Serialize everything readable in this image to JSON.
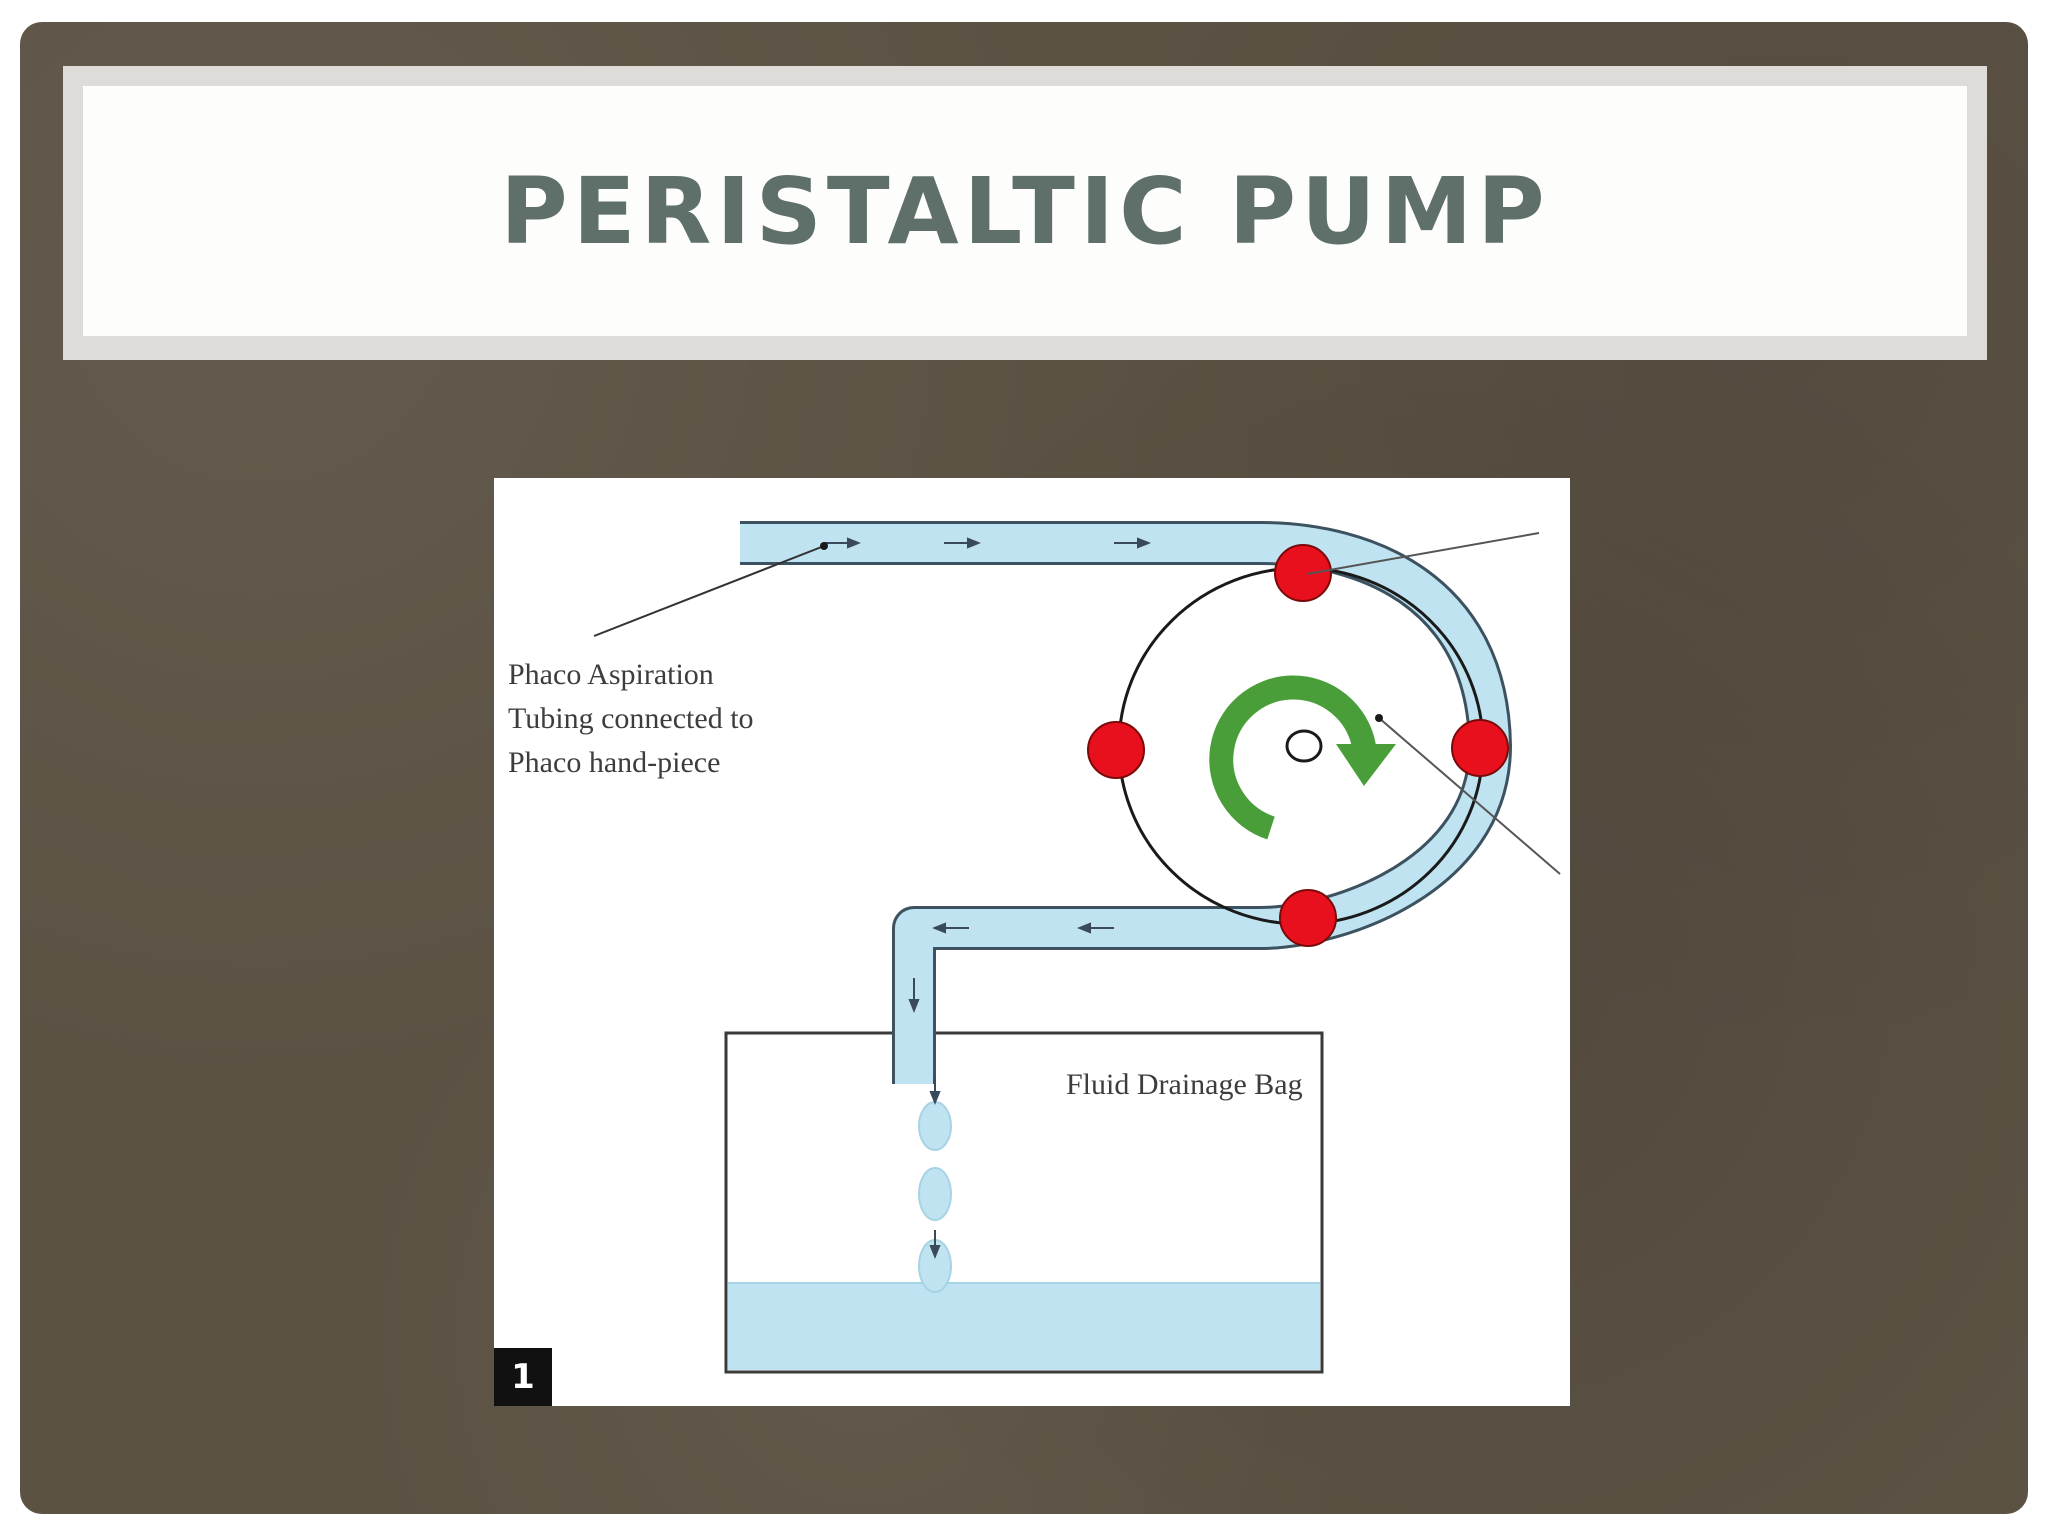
{
  "slide": {
    "title": "PERISTALTIC PUMP",
    "colors": {
      "background": "#5b5244",
      "title_text": "#5f6f69",
      "tubing_fill": "#bfe3f0",
      "roller": "#e8101c",
      "rotation_arrow": "#4a9e3a"
    }
  },
  "diagram": {
    "aspiration_label": {
      "line1": "Phaco Aspiration",
      "line2": "Tubing connected to",
      "line3": "Phaco hand-piece"
    },
    "drainage_bag_label": "Fluid Drainage Bag",
    "figure_number": "1",
    "roller_count": 4,
    "rotation_direction": "clockwise"
  }
}
